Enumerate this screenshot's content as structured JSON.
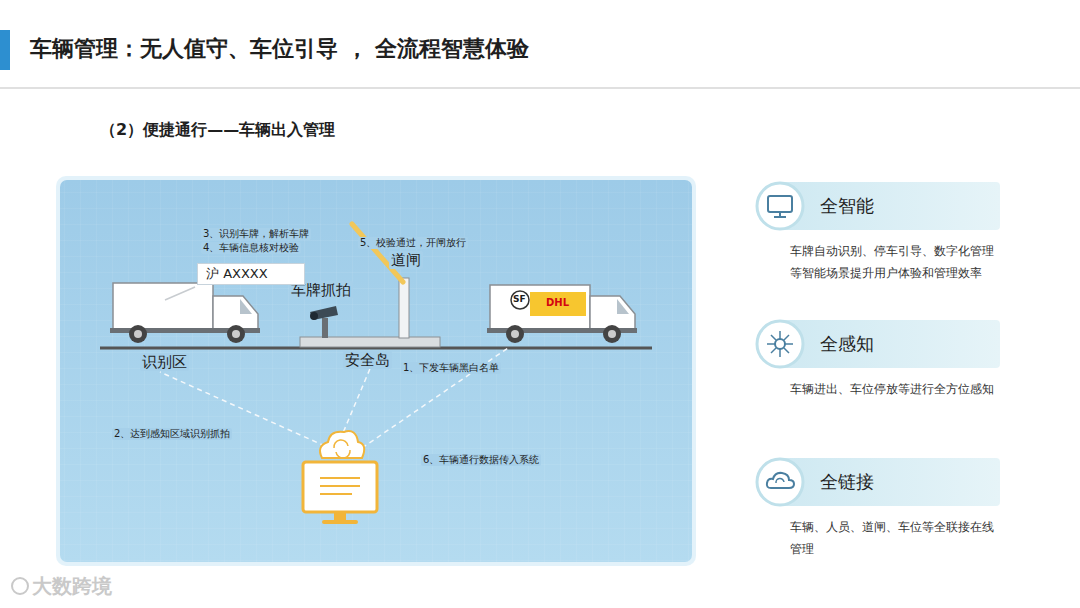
{
  "diagram": {
    "title": "车辆管理：无人值守、车位引导 ， 全流程智慧体验",
    "nodes": [
      {
        "text": [
          "沪 AXXXX"
        ]
      },
      {
        "text": [
          "全智能",
          "车牌自动识别、停车引导、数字化管理等智能场景提升用户体验和管理效率"
        ]
      },
      {
        "text": [
          "全感知",
          "车辆进出、车位停放等进行全方位感知"
        ]
      },
      {
        "text": [
          "全链接",
          "车辆、人员、道闸、车位等全联接在线管理"
        ]
      }
    ],
    "labels": [
      "（2）便捷通行——车辆出入管理",
      "3、识别车牌，解析车牌",
      "4、车辆信息核对校验",
      "5、校验通过，开闸放行",
      "道闸",
      "车牌抓拍",
      "识别区",
      "安全岛",
      "1、下发车辆黑白名单",
      "2、达到感知区域识别抓拍",
      "6、车辆通行数据传入系统",
      "SF",
      "DHL",
      "大数跨境"
    ]
  }
}
